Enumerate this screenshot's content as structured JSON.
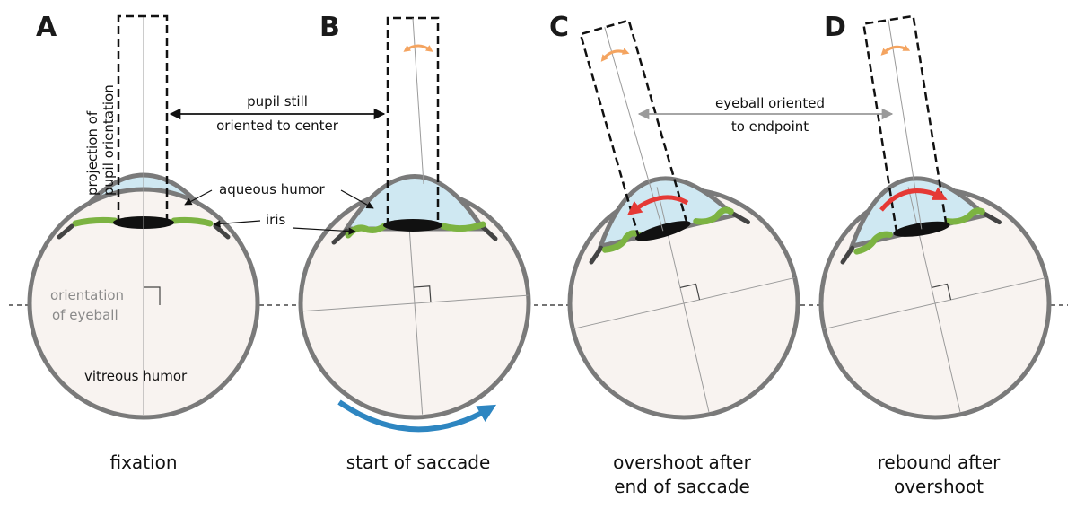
{
  "panels": [
    {
      "letter": "A",
      "caption": [
        "fixation"
      ]
    },
    {
      "letter": "B",
      "caption": [
        "start of saccade"
      ]
    },
    {
      "letter": "C",
      "caption": [
        "overshoot after",
        "end of saccade"
      ]
    },
    {
      "letter": "D",
      "caption": [
        "rebound after",
        "overshoot"
      ]
    }
  ],
  "annotations": {
    "projection": [
      "projection of",
      "pupil orientation"
    ],
    "pupil_still": [
      "pupil still",
      "oriented to center"
    ],
    "eyeball_oriented": [
      "eyeball oriented",
      "to endpoint"
    ],
    "aqueous_humor": "aqueous humor",
    "iris": "iris",
    "orientation_of_eyeball": [
      "orientation",
      "of eyeball"
    ],
    "vitreous_humor": "vitreous humor"
  },
  "colors": {
    "eye_outline": "#7a7a7a",
    "vitreous": "#f8f3f0",
    "aqueous": "#cfe8f2",
    "iris": "#7cb342",
    "pupil": "#111111",
    "motion_arrow": "#e53935",
    "saccade_arrow": "#2e86c1",
    "small_arrow": "#f4a460"
  }
}
